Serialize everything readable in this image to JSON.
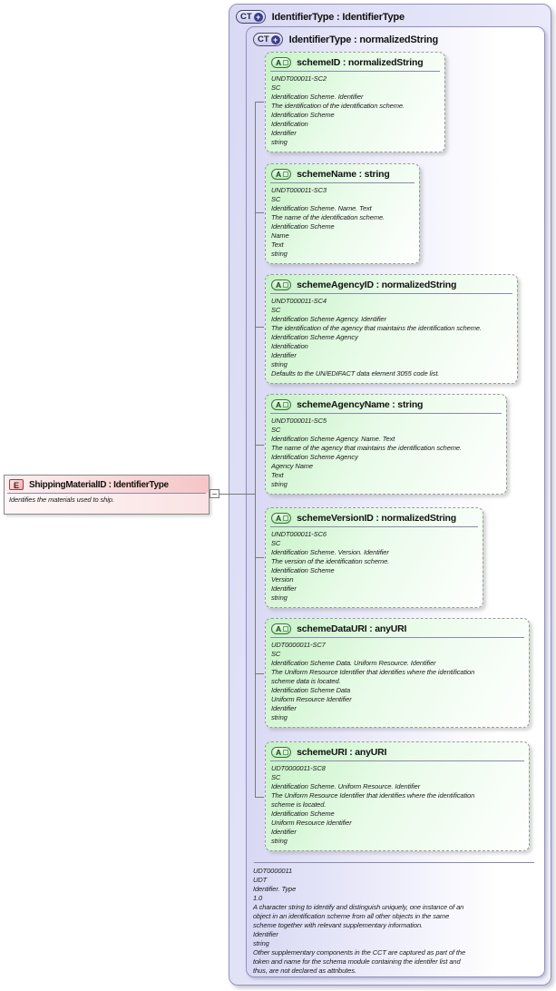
{
  "diagram": {
    "element": {
      "badge": "E",
      "title": "ShippingMaterialID : IdentifierType",
      "annotation": "Identifies the materials used to ship."
    },
    "outer_type": {
      "badge": "CT",
      "plus": "+",
      "title": "IdentifierType : IdentifierType"
    },
    "inner_type": {
      "badge": "CT",
      "plus": "+",
      "title": "IdentifierType : normalizedString",
      "footer_lines": [
        "UDT0000011",
        "UDT",
        "Identifier. Type",
        "1.0",
        "A character string to identify and distinguish uniquely, one instance of an",
        "object in an identification scheme from all other objects in the same",
        "scheme together with relevant supplementary information.",
        "Identifier",
        "string",
        "Other supplementary components in the CCT are captured as part of the",
        "token and name for the schema module containing the identifer list and",
        "thus, are not declared as attributes."
      ]
    },
    "attributes": [
      {
        "badge": "A",
        "title": "schemeID : normalizedString",
        "lines": [
          "UNDT000011-SC2",
          "SC",
          "Identification Scheme. Identifier",
          "The identification of the identification scheme.",
          "Identification Scheme",
          "Identification",
          "Identifier",
          "string"
        ]
      },
      {
        "badge": "A",
        "title": "schemeName : string",
        "lines": [
          "UNDT000011-SC3",
          "SC",
          "Identification Scheme. Name. Text",
          "The name of the identification scheme.",
          "Identification Scheme",
          "Name",
          "Text",
          "string"
        ]
      },
      {
        "badge": "A",
        "title": "schemeAgencyID : normalizedString",
        "lines": [
          "UNDT000011-SC4",
          "SC",
          "Identification Scheme Agency. Identifier",
          "The identification of the agency that maintains the identification scheme.",
          "Identification Scheme Agency",
          "Identification",
          "Identifier",
          "string",
          "Defaults to the UN/EDIFACT data element 3055 code list."
        ]
      },
      {
        "badge": "A",
        "title": "schemeAgencyName : string",
        "lines": [
          "UNDT000011-SC5",
          "SC",
          "Identification Scheme Agency. Name. Text",
          "The name of the agency that maintains the identification scheme.",
          "Identification Scheme Agency",
          "Agency Name",
          "Text",
          "string"
        ]
      },
      {
        "badge": "A",
        "title": "schemeVersionID : normalizedString",
        "lines": [
          "UNDT000011-SC6",
          "SC",
          "Identification Scheme. Version. Identifier",
          "The version of the identification scheme.",
          "Identification Scheme",
          "Version",
          "Identifier",
          "string"
        ]
      },
      {
        "badge": "A",
        "title": "schemeDataURI : anyURI",
        "lines": [
          "UDT0000011-SC7",
          "SC",
          "Identification Scheme Data. Uniform Resource. Identifier",
          "The Uniform Resource Identifier that identifies where the identification",
          "scheme data is located.",
          "Identification Scheme Data",
          "Uniform Resource Identifier",
          "Identifier",
          "string"
        ]
      },
      {
        "badge": "A",
        "title": "schemeURI : anyURI",
        "lines": [
          "UDT0000011-SC8",
          "SC",
          "Identification Scheme. Uniform Resource. Identifier",
          "The Uniform Resource Identifier that identifies where the identification",
          "scheme is located.",
          "Identification Scheme",
          "Uniform Resource Identifier",
          "Identifier",
          "string"
        ]
      }
    ],
    "colors": {
      "lavender_box": "#d9d9f4",
      "green_attr": "#c6f2c6",
      "pink_element": "#f5c5c5",
      "border_purple": "#9191bd",
      "connector_gray": "#7a7a7a"
    }
  }
}
